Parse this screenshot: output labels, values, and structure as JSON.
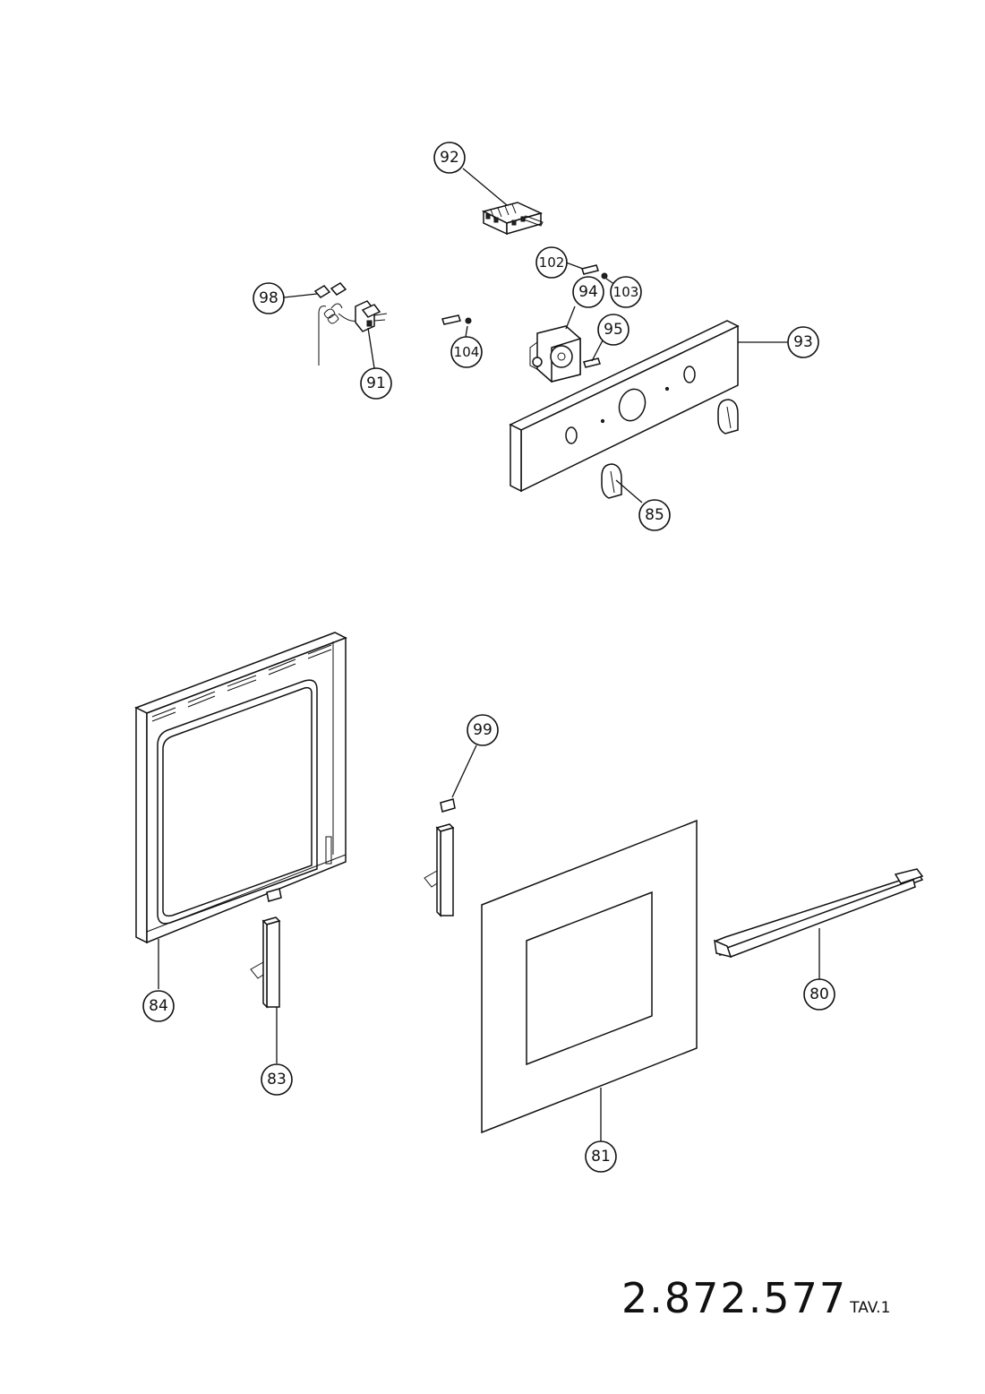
{
  "callouts": [
    {
      "id": "92",
      "label": "92"
    },
    {
      "id": "98",
      "label": "98"
    },
    {
      "id": "102",
      "label": "102"
    },
    {
      "id": "103",
      "label": "103"
    },
    {
      "id": "94",
      "label": "94"
    },
    {
      "id": "95",
      "label": "95"
    },
    {
      "id": "93",
      "label": "93"
    },
    {
      "id": "104",
      "label": "104"
    },
    {
      "id": "91",
      "label": "91"
    },
    {
      "id": "85",
      "label": "85"
    },
    {
      "id": "99",
      "label": "99"
    },
    {
      "id": "84",
      "label": "84"
    },
    {
      "id": "83",
      "label": "83"
    },
    {
      "id": "80",
      "label": "80"
    },
    {
      "id": "81",
      "label": "81"
    }
  ],
  "document": {
    "number": "2.872.577",
    "sheet": "TAV.1"
  },
  "colors": {
    "line": "#111111",
    "background": "#ffffff"
  }
}
